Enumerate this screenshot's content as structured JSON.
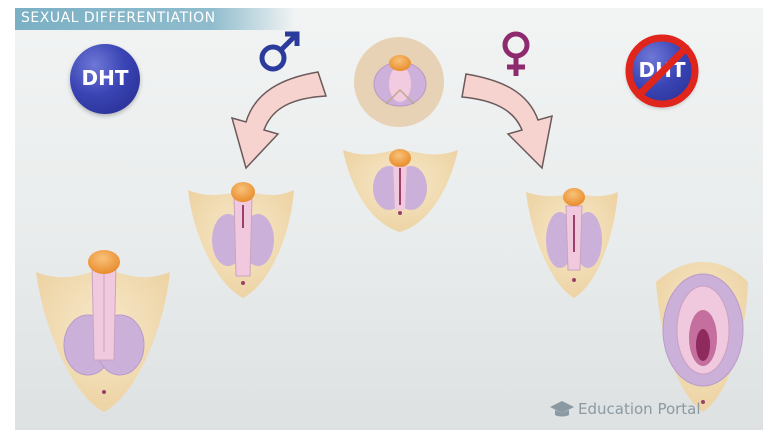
{
  "slide": {
    "title": "SEXUAL DIFFERENTIATION",
    "left_badge": "DHT",
    "right_badge": "DHT",
    "male_symbol": "♂",
    "female_symbol": "♀",
    "watermark": "Education Portal"
  },
  "colors": {
    "title_bar": "#8fbccd",
    "badge_blue": "#3a44b4",
    "male_symbol": "#2a3b9c",
    "female_symbol": "#8e2a6e",
    "prohibition_red": "#e0261c",
    "arrow_fill": "#f6d3cf",
    "skin": "#f3deb8",
    "glans": "#f2a347",
    "tissue_pink": "#f1c9df",
    "tissue_purple": "#cbb0d9"
  },
  "icons": {
    "male": "male-symbol-icon",
    "female": "female-symbol-icon",
    "prohibition": "prohibition-icon",
    "watermark": "graduation-cap-icon"
  }
}
